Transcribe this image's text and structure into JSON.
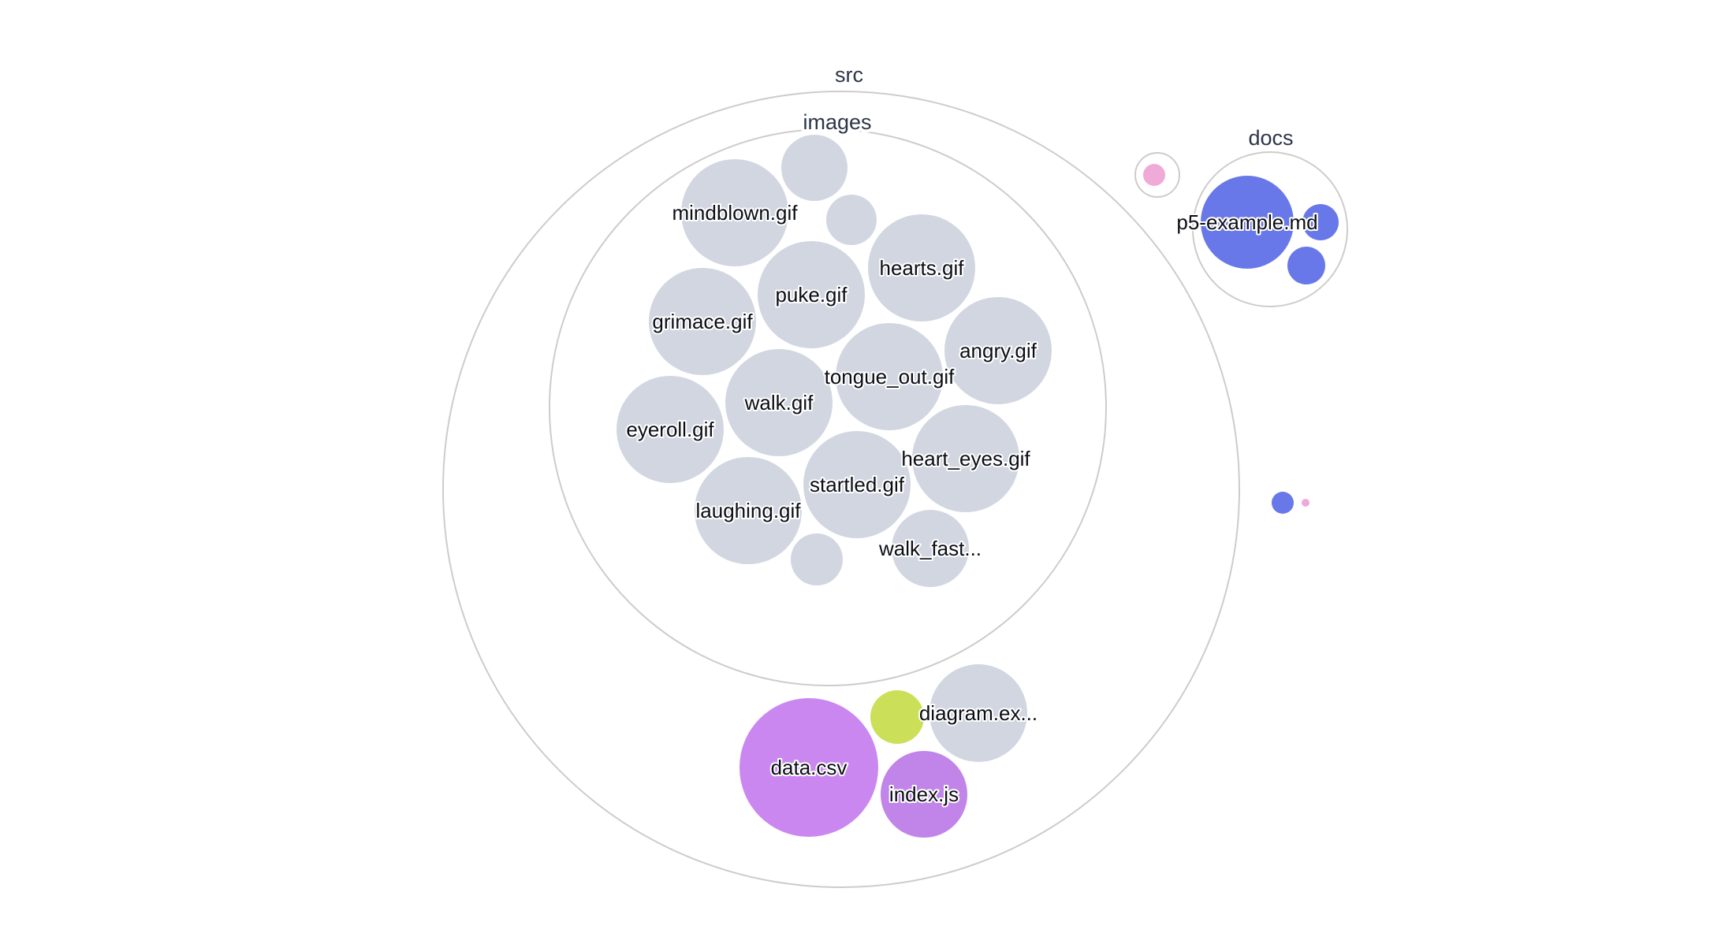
{
  "chart_data": {
    "type": "circle-packing",
    "title": "",
    "colors": {
      "gif": "#d1d6e0",
      "csv": "#cb87f0",
      "js": "#c185ea",
      "ex": "#cbe058",
      "md": "#6878e8",
      "pink": "#f0aad8",
      "folder_stroke": "#cfcbcb",
      "folder_label": "#2d3547"
    },
    "folders": [
      {
        "id": "src",
        "label": "src"
      },
      {
        "id": "images",
        "label": "images"
      },
      {
        "id": "docs",
        "label": "docs"
      },
      {
        "id": "pinkdir",
        "label": ""
      }
    ],
    "files": [
      {
        "id": "f_top",
        "folder": "images",
        "label": "",
        "type": "gif",
        "size": 18
      },
      {
        "id": "mindblown",
        "folder": "images",
        "label": "mindblown.gif",
        "type": "gif",
        "size": 46
      },
      {
        "id": "f_small1",
        "folder": "images",
        "label": "",
        "type": "gif",
        "size": 10
      },
      {
        "id": "hearts",
        "folder": "images",
        "label": "hearts.gif",
        "type": "gif",
        "size": 46
      },
      {
        "id": "puke",
        "folder": "images",
        "label": "puke.gif",
        "type": "gif",
        "size": 46
      },
      {
        "id": "grimace",
        "folder": "images",
        "label": "grimace.gif",
        "type": "gif",
        "size": 46
      },
      {
        "id": "angry",
        "folder": "images",
        "label": "angry.gif",
        "type": "gif",
        "size": 46
      },
      {
        "id": "tongue_out",
        "folder": "images",
        "label": "tongue_out.gif",
        "type": "gif",
        "size": 46
      },
      {
        "id": "walk",
        "folder": "images",
        "label": "walk.gif",
        "type": "gif",
        "size": 46
      },
      {
        "id": "eyeroll",
        "folder": "images",
        "label": "eyeroll.gif",
        "type": "gif",
        "size": 46
      },
      {
        "id": "heart_eyes",
        "folder": "images",
        "label": "heart_eyes.gif",
        "type": "gif",
        "size": 46
      },
      {
        "id": "startled",
        "folder": "images",
        "label": "startled.gif",
        "type": "gif",
        "size": 46
      },
      {
        "id": "laughing",
        "folder": "images",
        "label": "laughing.gif",
        "type": "gif",
        "size": 46
      },
      {
        "id": "f_small2",
        "folder": "images",
        "label": "",
        "type": "gif",
        "size": 11
      },
      {
        "id": "walk_fast",
        "folder": "images",
        "label": "walk_fast...",
        "type": "gif",
        "size": 24
      },
      {
        "id": "diagram",
        "folder": "src",
        "label": "diagram.ex...",
        "type": "gif",
        "size": 38
      },
      {
        "id": "f_green",
        "folder": "src",
        "label": "",
        "type": "ex",
        "size": 12
      },
      {
        "id": "data_csv",
        "folder": "src",
        "label": "data.csv",
        "type": "csv",
        "size": 77
      },
      {
        "id": "index_js",
        "folder": "src",
        "label": "index.js",
        "type": "js",
        "size": 30
      },
      {
        "id": "f_pink",
        "folder": "pinkdir",
        "label": "",
        "type": "pink",
        "size": 2
      },
      {
        "id": "p5_example",
        "folder": "docs",
        "label": "p5-example.md",
        "type": "md",
        "size": 35
      },
      {
        "id": "f_md2",
        "folder": "docs",
        "label": "",
        "type": "md",
        "size": 5
      },
      {
        "id": "f_md3",
        "folder": "docs",
        "label": "",
        "type": "md",
        "size": 6
      },
      {
        "id": "f_root_md",
        "folder": "root",
        "label": "",
        "type": "md",
        "size": 2
      },
      {
        "id": "f_root_pink",
        "folder": "root",
        "label": "",
        "type": "pink",
        "size": 0.3
      }
    ]
  }
}
